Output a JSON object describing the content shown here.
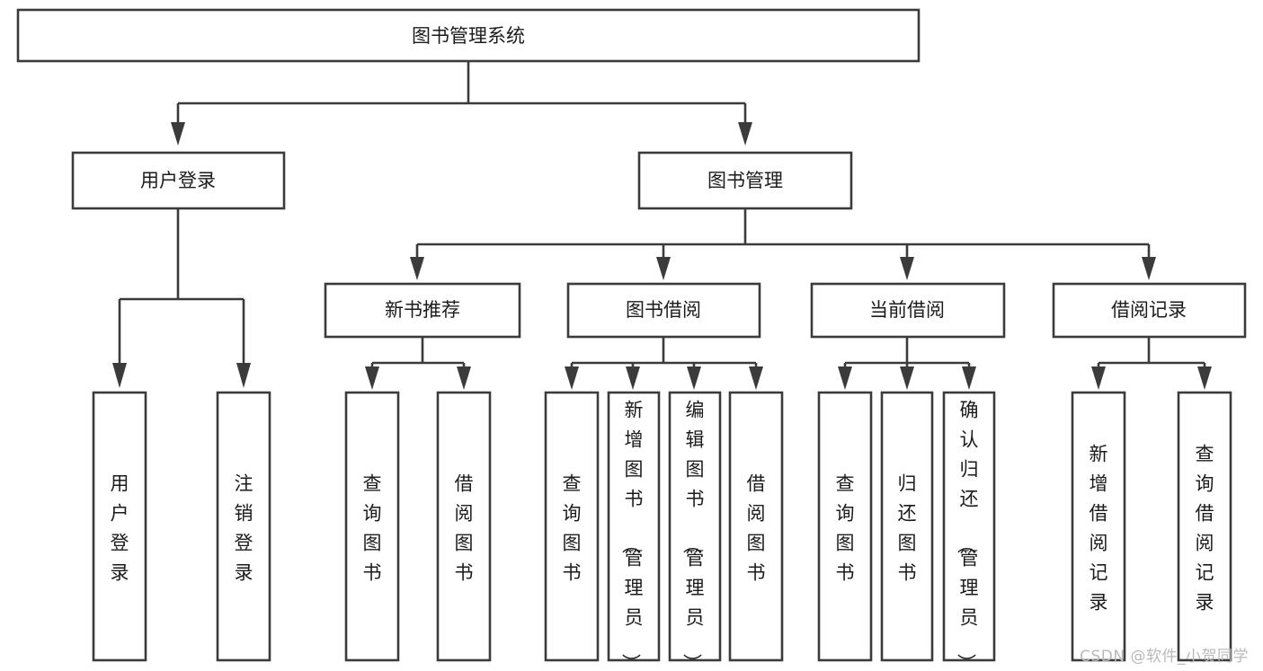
{
  "diagram": {
    "type": "tree-hierarchy",
    "title": "图书管理系统",
    "watermark": "CSDN @软件_小贺同学",
    "colors": {
      "background": "#ffffff",
      "stroke": "#3b3b3b",
      "node_fill": "#ffffff",
      "text": "#1b1b1b",
      "watermark": "#b9b9b9"
    },
    "root": {
      "label": "图书管理系统"
    },
    "level2": [
      {
        "label": "用户登录"
      },
      {
        "label": "图书管理"
      }
    ],
    "level3": [
      {
        "label": "新书推荐"
      },
      {
        "label": "图书借阅"
      },
      {
        "label": "当前借阅"
      },
      {
        "label": "借阅记录"
      }
    ],
    "leaves": {
      "user_login": [
        {
          "label": "用户登录"
        },
        {
          "label": "注销登录"
        }
      ],
      "new_book_recommend": [
        {
          "label": "查询图书"
        },
        {
          "label": "借阅图书"
        }
      ],
      "book_borrow": [
        {
          "label": "查询图书"
        },
        {
          "label": "新增图书（管理员）"
        },
        {
          "label": "编辑图书（管理员）"
        },
        {
          "label": "借阅图书"
        }
      ],
      "current_borrow": [
        {
          "label": "查询图书"
        },
        {
          "label": "归还图书"
        },
        {
          "label": "确认归还（管理员）"
        }
      ],
      "borrow_record": [
        {
          "label": "新增借阅记录"
        },
        {
          "label": "查询借阅记录"
        }
      ]
    }
  }
}
